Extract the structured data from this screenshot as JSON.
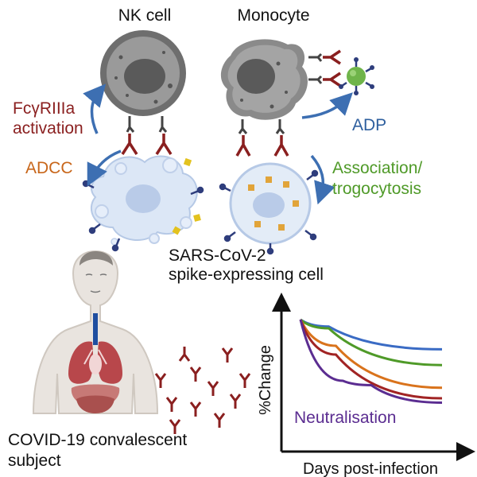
{
  "labels": {
    "nk_cell": "NK cell",
    "monocyte": "Monocyte",
    "fcgr_line1": "FcγRIIIa",
    "fcgr_line2": "activation",
    "adcc": "ADCC",
    "adp": "ADP",
    "assoc_line1": "Association/",
    "assoc_line2": "trogocytosis",
    "sars_line1": "SARS-CoV-2",
    "sars_line2": "spike-expressing cell",
    "covid_line1": "COVID-19 convalescent",
    "covid_line2": "subject",
    "neutralisation": "Neutralisation",
    "y_axis": "%Change",
    "x_axis": "Days post-infection"
  },
  "colors": {
    "fcgr": "#8a1f1f",
    "adcc": "#c8661a",
    "adp": "#2e5f9e",
    "assoc": "#4f9a28",
    "neutralisation": "#5b2d91",
    "arrow": "#3d6fb2"
  },
  "chart_data": {
    "type": "line",
    "xlabel": "Days post-infection",
    "ylabel": "%Change",
    "grid": false,
    "legend": "none",
    "series": [
      {
        "color": "#3a6bc4",
        "values": [
          [
            0,
            100
          ],
          [
            0.2,
            92
          ],
          [
            1,
            66
          ]
        ]
      },
      {
        "color": "#4f9a28",
        "values": [
          [
            0,
            100
          ],
          [
            0.2,
            90
          ],
          [
            1,
            48
          ]
        ]
      },
      {
        "color": "#d9731c",
        "values": [
          [
            0,
            100
          ],
          [
            0.25,
            70
          ],
          [
            1,
            22
          ]
        ]
      },
      {
        "color": "#a12424",
        "values": [
          [
            0,
            100
          ],
          [
            0.25,
            60
          ],
          [
            1,
            10
          ]
        ]
      },
      {
        "color": "#5b2d91",
        "values": [
          [
            0,
            100
          ],
          [
            0.3,
            30
          ],
          [
            0.5,
            25
          ],
          [
            1,
            5
          ]
        ]
      }
    ]
  }
}
